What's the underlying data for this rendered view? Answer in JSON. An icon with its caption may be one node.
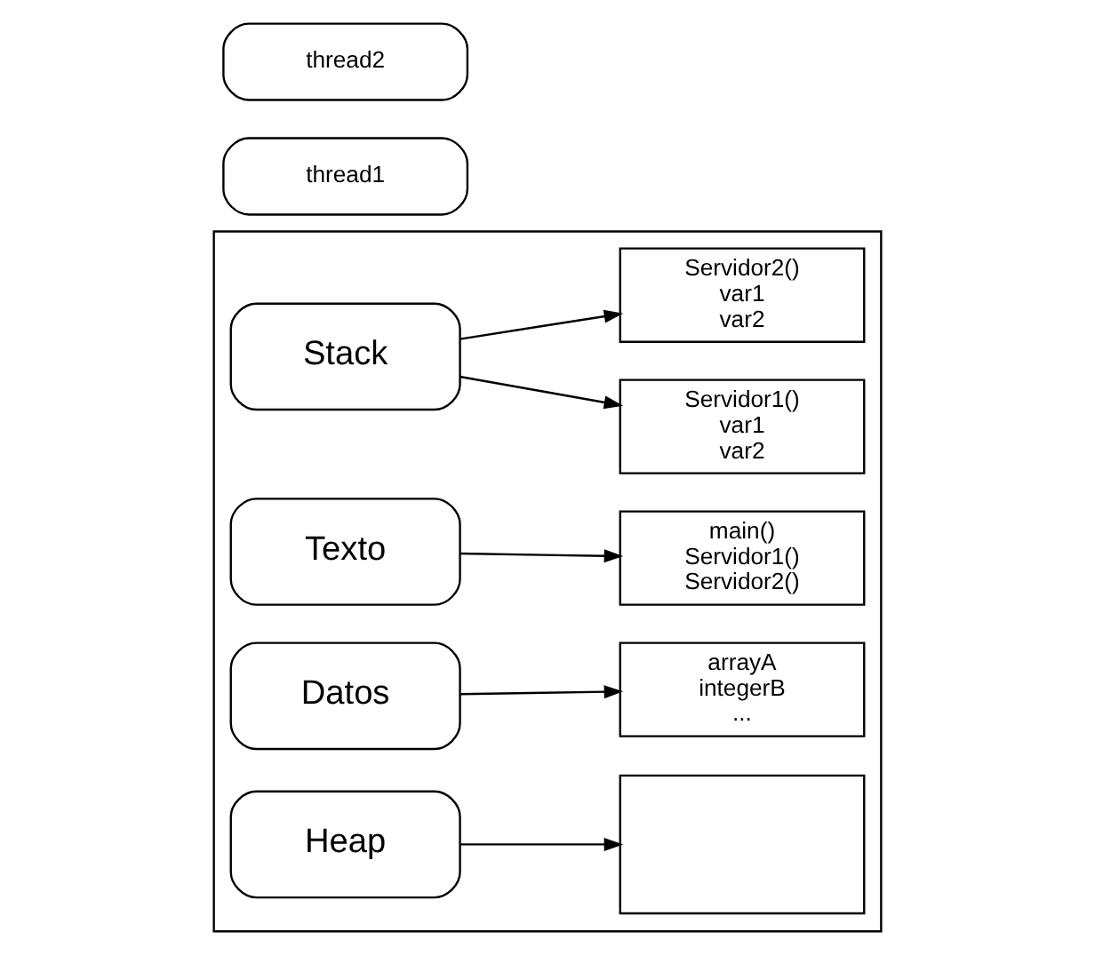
{
  "diagram": {
    "nodes": [
      {
        "text": [],
        "shape": "box"
      },
      {
        "text": [
          "Stack"
        ],
        "in": 0
      },
      {
        "text": [
          "Servidor1()",
          "var1",
          "var2"
        ],
        "in": 0
      },
      {
        "text": [
          "Servidor2()",
          "var1",
          "var2"
        ],
        "in": 0
      },
      {
        "text": [
          "Texto"
        ],
        "in": 0
      },
      {
        "text": [
          "main()",
          "Servidor1()",
          "Servidor2()"
        ],
        "in": 0
      },
      {
        "text": [
          "Datos"
        ],
        "in": 0
      },
      {
        "text": [
          "arrayA",
          "integerB",
          "..."
        ],
        "in": 0
      },
      {
        "text": [
          "Heap"
        ],
        "in": 0
      },
      {
        "text": [],
        "shape": "box",
        "in": 0
      },
      {
        "text": [
          "thread1"
        ]
      },
      {
        "text": [
          "thread2"
        ]
      }
    ],
    "edges": [
      {
        "from": 1,
        "to": 2,
        "arrow": "to"
      },
      {
        "from": 1,
        "to": 3,
        "arrow": "to"
      },
      {
        "from": 4,
        "to": 5,
        "arrow": "to"
      },
      {
        "from": 6,
        "to": 7,
        "arrow": "to"
      },
      {
        "from": 8,
        "to": 9,
        "arrow": "to"
      }
    ]
  }
}
